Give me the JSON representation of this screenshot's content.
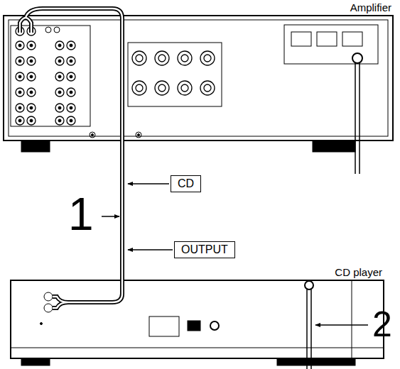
{
  "diagram": {
    "nodes": [
      {
        "text": [
          "Amplifier"
        ]
      },
      {
        "text": [
          "CD"
        ]
      },
      {
        "text": [
          "OUTPUT"
        ]
      },
      {
        "text": [
          "CD player"
        ]
      }
    ],
    "edges": [
      {
        "from": 0,
        "to": 3,
        "arrow": "none"
      }
    ],
    "labels": [
      "1",
      "2"
    ]
  }
}
